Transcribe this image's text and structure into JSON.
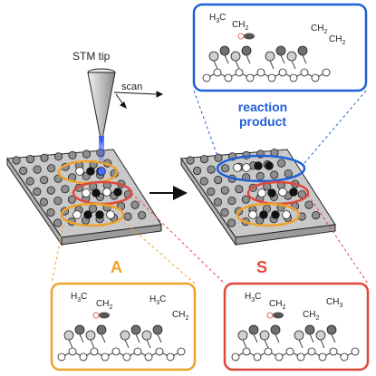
{
  "labels": {
    "stm_tip": "STM tip",
    "scan": "scan",
    "reaction_product_line1": "reaction",
    "reaction_product_line2": "product",
    "label_A": "A",
    "label_S": "S"
  },
  "chem": {
    "h3c": "H",
    "h3c_sub": "3",
    "h3c_c": "C",
    "ch2": "CH",
    "ch2_sub": "2",
    "ch3": "CH",
    "ch3_sub": "3",
    "ch3_label": "H",
    "ch3_label_sub": "3",
    "ch3_label_c": "C"
  },
  "colors": {
    "product_blue": "#1f5fd8",
    "A_orange": "#f0a12a",
    "S_red": "#e0473a",
    "surface_gray": "#c8c8c8",
    "tip_gray": "#d0d0d0",
    "tunnel_blue": "#3355ff"
  }
}
